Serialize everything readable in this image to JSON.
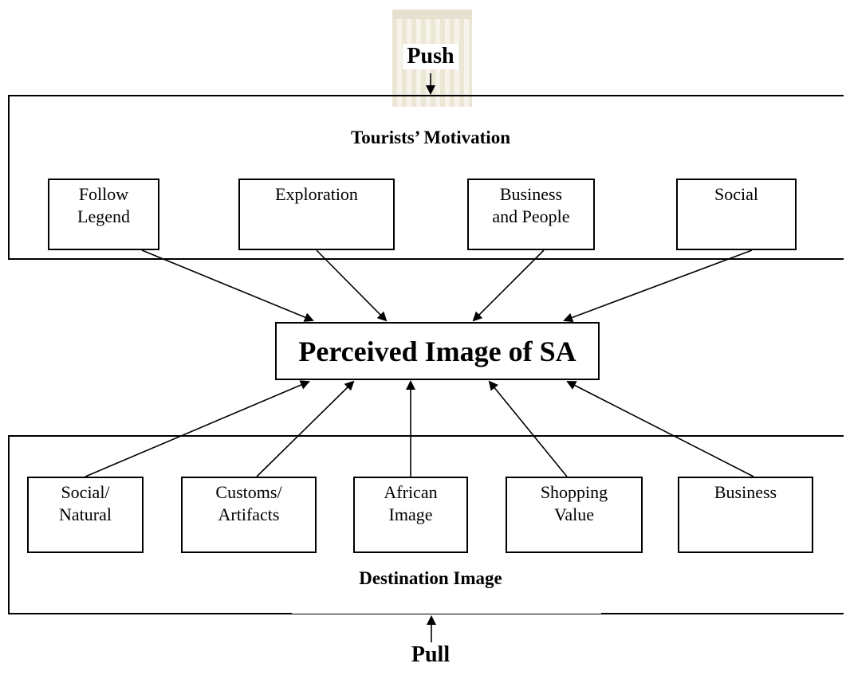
{
  "top_label": "Push",
  "bottom_label": "Pull",
  "motivation": {
    "title": "Tourists’ Motivation",
    "items": [
      {
        "line1": "Follow",
        "line2": "Legend"
      },
      {
        "line1": "Exploration",
        "line2": ""
      },
      {
        "line1": "Business",
        "line2": "and People"
      },
      {
        "line1": "Social",
        "line2": ""
      }
    ]
  },
  "center": {
    "label": "Perceived Image of SA"
  },
  "destination": {
    "title": "Destination Image",
    "items": [
      {
        "line1": "Social/",
        "line2": "Natural"
      },
      {
        "line1": "Customs/",
        "line2": "Artifacts"
      },
      {
        "line1": "African",
        "line2": "Image"
      },
      {
        "line1": "Shopping",
        "line2": "Value"
      },
      {
        "line1": "Business",
        "line2": ""
      }
    ]
  }
}
